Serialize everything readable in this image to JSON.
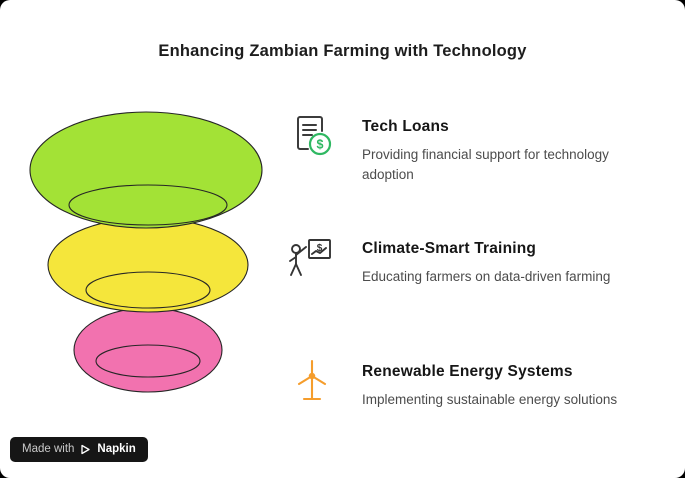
{
  "title": "Enhancing Zambian Farming with Technology",
  "funnel": {
    "stroke_color": "#262626",
    "layers": [
      {
        "name": "tech-loans-layer",
        "color": "#a3e236"
      },
      {
        "name": "climate-smart-training-layer",
        "color": "#f5e63b"
      },
      {
        "name": "renewable-energy-layer",
        "color": "#f272af"
      }
    ]
  },
  "symbols": {
    "dollar": "$"
  },
  "items": [
    {
      "icon": "document-dollar-icon",
      "icon_doc_color": "#3c3c3c",
      "icon_coin_color": "#2fb862",
      "title": "Tech Loans",
      "description": "Providing financial support for technology adoption"
    },
    {
      "icon": "presentation-training-icon",
      "icon_color": "#343434",
      "title": "Climate-Smart Training",
      "description": "Educating farmers on data-driven farming"
    },
    {
      "icon": "wind-turbine-icon",
      "icon_color": "#f59d2c",
      "title": "Renewable Energy Systems",
      "description": "Implementing sustainable energy solutions"
    }
  ],
  "badge": {
    "made_with": "Made with",
    "brand": "Napkin"
  }
}
